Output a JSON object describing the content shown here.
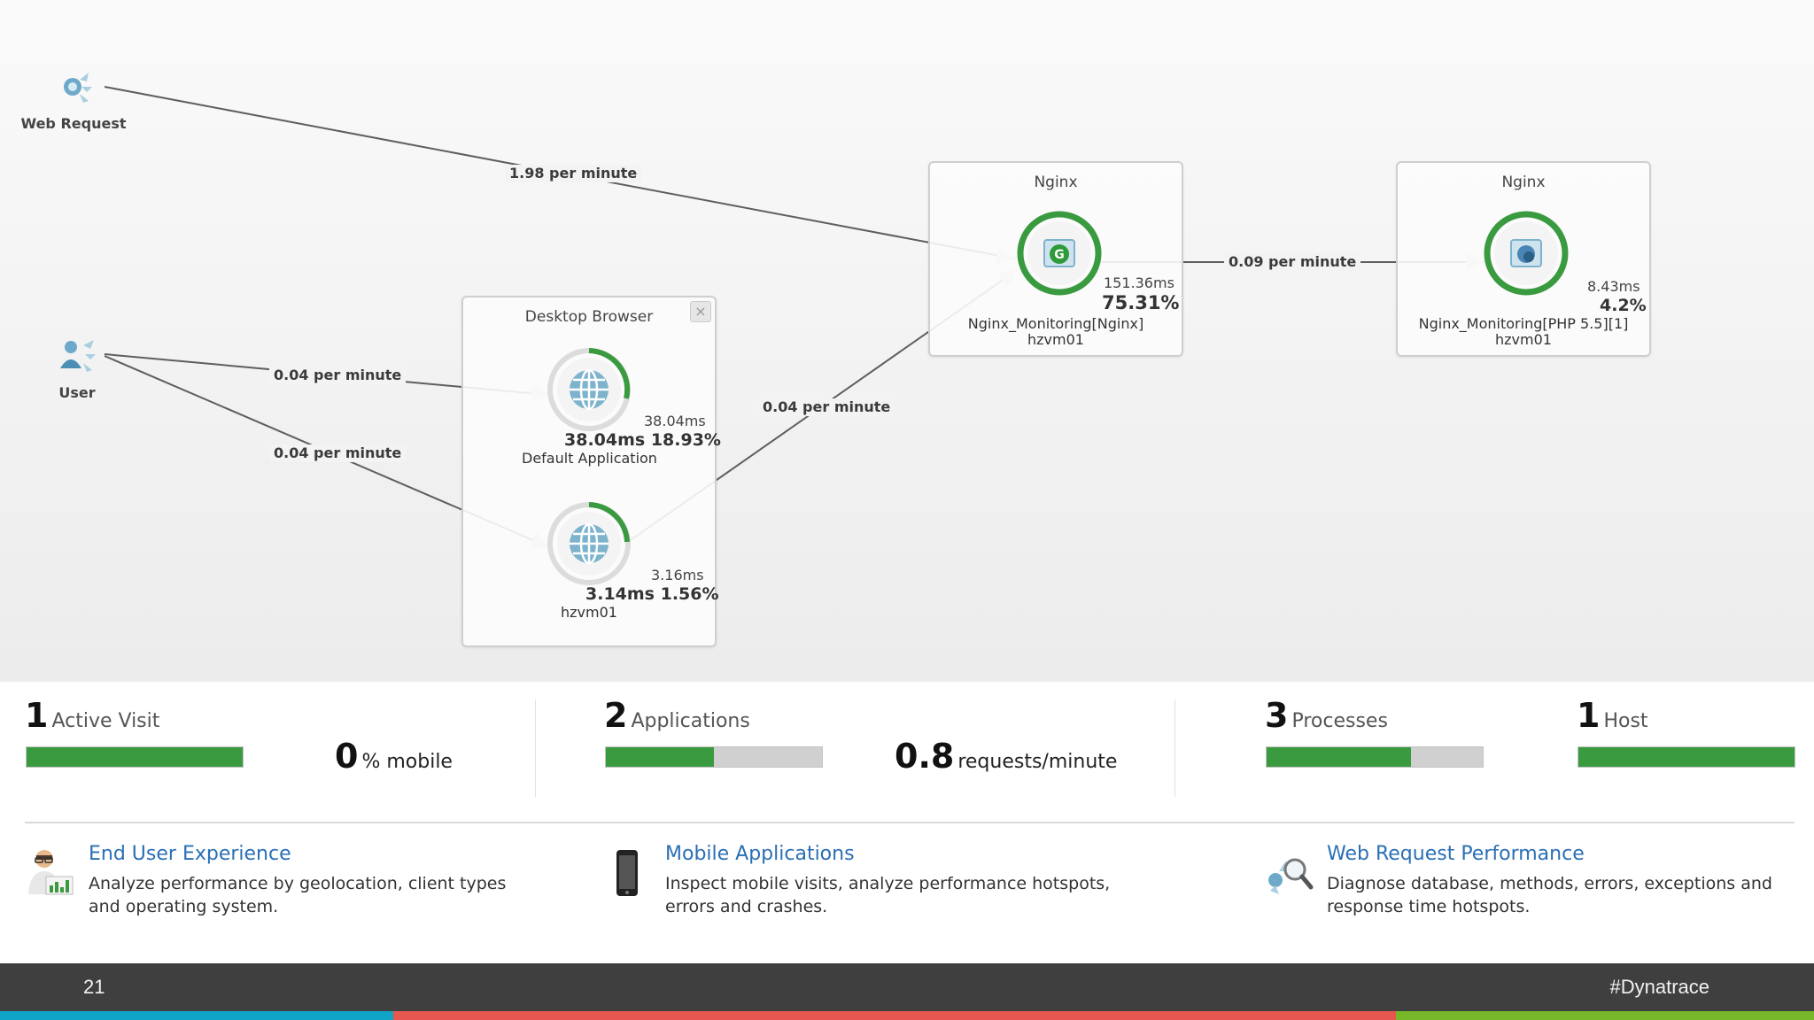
{
  "sources": {
    "web_request": "Web Request",
    "user": "User"
  },
  "flow_labels": {
    "web_to_nginx": "1.98 per minute",
    "user_to_default": "0.04 per minute",
    "user_to_hzvm": "0.04 per minute",
    "hzvm_to_nginx": "0.04 per minute",
    "nginx_to_php": "0.09 per minute"
  },
  "desktop_browser": {
    "title": "Desktop Browser",
    "close_icon": "×",
    "default_app": {
      "time_small": "38.04ms",
      "time_big": "38.04ms 18.93%",
      "name": "Default Application",
      "share": 18.93
    },
    "hzvm": {
      "time_small": "3.16ms",
      "time_big": "3.14ms 1.56%",
      "name": "hzvm01",
      "share": 1.56
    }
  },
  "nginx1": {
    "title": "Nginx",
    "time": "151.36ms",
    "percent": "75.31%",
    "name": "Nginx_Monitoring[Nginx]",
    "host": "hzvm01",
    "share": 75.31,
    "icon_letter": "G"
  },
  "nginx2": {
    "title": "Nginx",
    "time": "8.43ms",
    "percent": "4.2%",
    "name": "Nginx_Monitoring[PHP 5.5][1]",
    "host": "hzvm01",
    "share": 4.2
  },
  "stats": {
    "active_visit": {
      "num": "1",
      "label": "Active Visit",
      "fill": 1.0
    },
    "mobile": {
      "num": "0",
      "label": "% mobile"
    },
    "applications": {
      "num": "2",
      "label": "Applications",
      "fill": 0.5
    },
    "requests": {
      "num": "0.8",
      "label": "requests/minute"
    },
    "processes": {
      "num": "3",
      "label": "Processes",
      "fill": 0.667
    },
    "host": {
      "num": "1",
      "label": "Host",
      "fill": 1.0
    }
  },
  "features": [
    {
      "title": "End User Experience",
      "desc1": "Analyze performance by geolocation, client types",
      "desc2": "and operating system.",
      "icon": "user-chart-icon"
    },
    {
      "title": "Mobile Applications",
      "desc1": "Inspect mobile visits, analyze performance hotspots,",
      "desc2": "errors and crashes.",
      "icon": "mobile-phone-icon"
    },
    {
      "title": "Web Request Performance",
      "desc1": "Diagnose database, methods, errors, exceptions and",
      "desc2": "response time hotspots.",
      "icon": "web-request-search-icon"
    }
  ],
  "footer": {
    "page": "21",
    "tag": "#Dynatrace"
  },
  "colors": {
    "green": "#3a9a3f",
    "link_blue": "#2a6fb5",
    "stripe_blue": "#0fa3c6",
    "stripe_red": "#e5574f",
    "stripe_green": "#76b82a"
  }
}
